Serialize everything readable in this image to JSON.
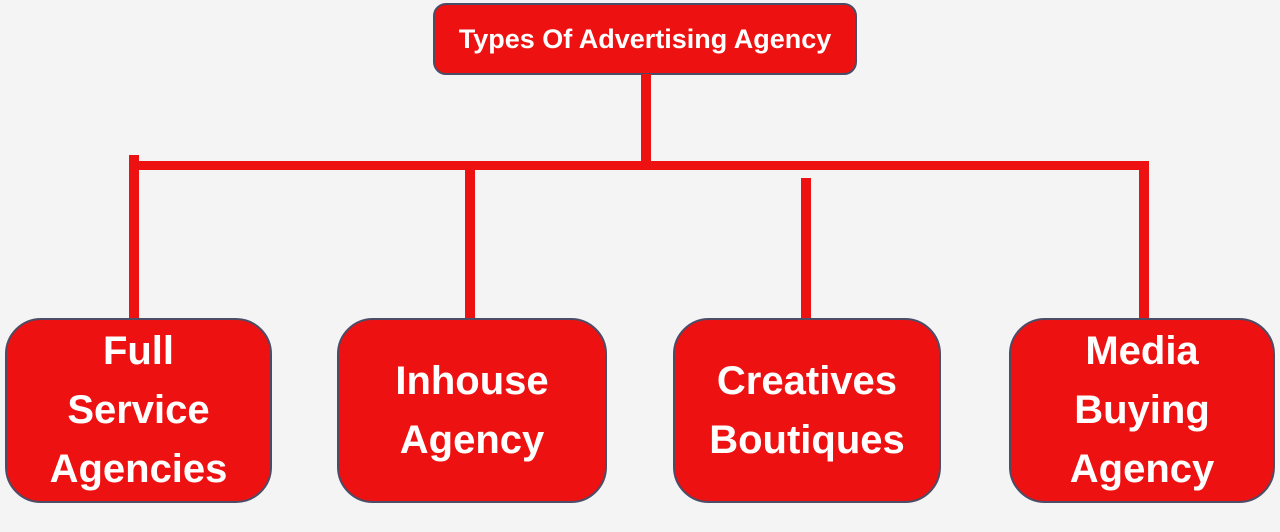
{
  "page": {
    "background": "#f5f4f5"
  },
  "colors": {
    "node_fill": "#ee1111",
    "node_border": "#4d4c66",
    "node_text": "#ffffff",
    "connector": "#ee1111"
  },
  "tree": {
    "root": {
      "label": "Types Of Advertising Agency"
    },
    "children": [
      {
        "label": "Full\nService\nAgencies"
      },
      {
        "label": "Inhouse\nAgency"
      },
      {
        "label": "Creatives\nBoutiques"
      },
      {
        "label": "Media\nBuying\nAgency"
      }
    ]
  }
}
